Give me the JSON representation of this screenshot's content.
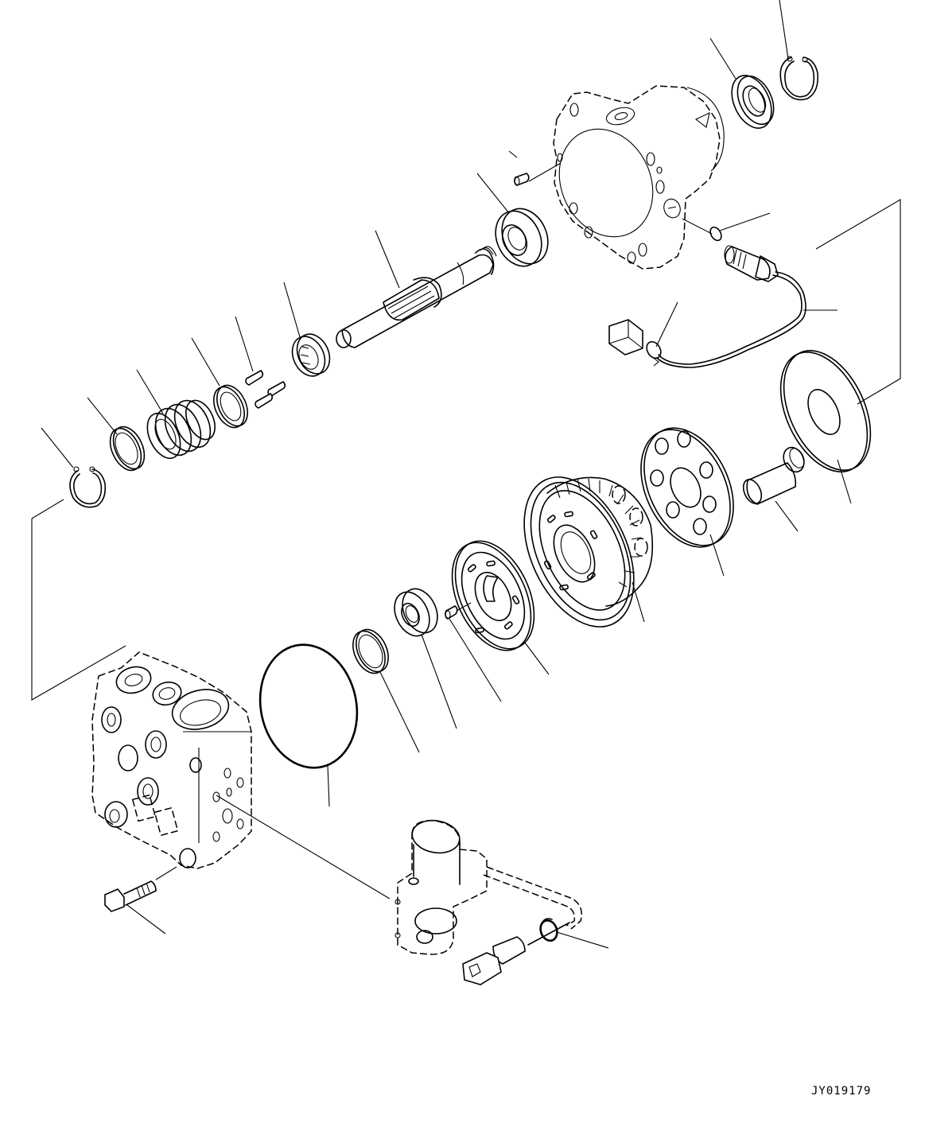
{
  "diagram": {
    "type": "exploded parts diagram",
    "subject": "hydraulic pump / motor assembly",
    "drawing_id": "JY019179",
    "callout_numbers_visible": false,
    "line_color": "#000000",
    "background_color": "#ffffff",
    "parts": [
      {
        "name": "housing",
        "position": "top-center-right"
      },
      {
        "name": "oil-seal",
        "position": "top-right"
      },
      {
        "name": "snap-ring-top",
        "position": "top-right"
      },
      {
        "name": "dowel-pin-top",
        "position": "upper-center"
      },
      {
        "name": "bearing-front",
        "position": "upper-center"
      },
      {
        "name": "o-ring-small",
        "position": "upper-right"
      },
      {
        "name": "speed-sensor",
        "position": "upper-right"
      },
      {
        "name": "harness-clamp",
        "position": "right"
      },
      {
        "name": "connector-upper",
        "position": "right"
      },
      {
        "name": "shaft",
        "position": "center"
      },
      {
        "name": "roller-bearing",
        "position": "center-left"
      },
      {
        "name": "pins",
        "position": "center-left"
      },
      {
        "name": "retainer-ring",
        "position": "left"
      },
      {
        "name": "spring",
        "position": "left"
      },
      {
        "name": "washer",
        "position": "left"
      },
      {
        "name": "snap-ring-left",
        "position": "left"
      },
      {
        "name": "swash-plate",
        "position": "right"
      },
      {
        "name": "retainer-plate",
        "position": "center-right"
      },
      {
        "name": "ball-guide",
        "position": "right"
      },
      {
        "name": "cylinder-block",
        "position": "center"
      },
      {
        "name": "valve-plate",
        "position": "center"
      },
      {
        "name": "dowel-pin-lower",
        "position": "center"
      },
      {
        "name": "bearing-rear",
        "position": "center"
      },
      {
        "name": "shim-ring",
        "position": "center-left"
      },
      {
        "name": "large-o-ring",
        "position": "lower-center"
      },
      {
        "name": "end-cap-valve-body",
        "position": "lower-left"
      },
      {
        "name": "bolt",
        "position": "lower-left"
      },
      {
        "name": "solenoid-valve",
        "position": "bottom-center"
      },
      {
        "name": "solenoid-connector",
        "position": "bottom-center"
      }
    ]
  }
}
